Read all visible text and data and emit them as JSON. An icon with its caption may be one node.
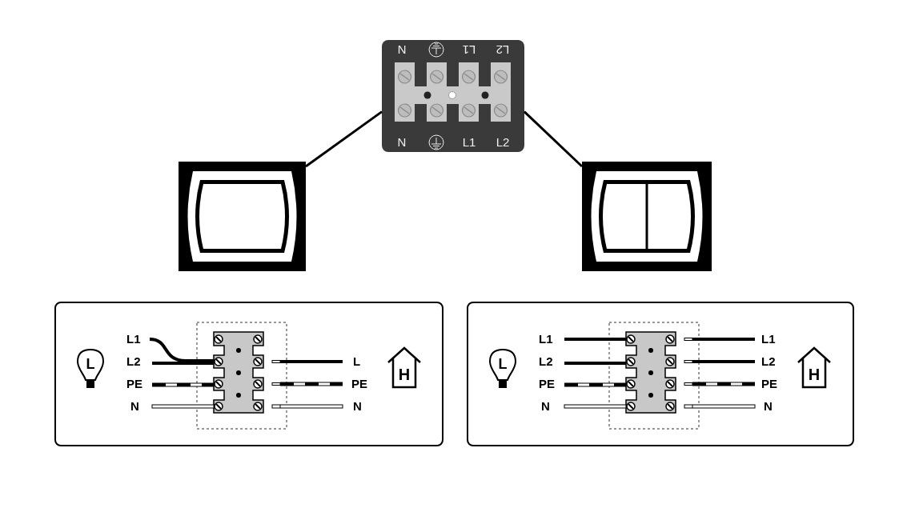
{
  "diagram": {
    "nodes": [
      {
        "text": [
          "N",
          "L1",
          "L2",
          "N",
          "L1",
          "L2"
        ]
      },
      {
        "text": [],
        "shape": "picture"
      },
      {
        "text": [],
        "shape": "picture"
      },
      {
        "text": [],
        "shape": "box"
      },
      {
        "text": [
          "L"
        ],
        "in": 3
      },
      {
        "text": [
          "H"
        ],
        "in": 3
      },
      {
        "text": [],
        "shape": "box"
      },
      {
        "text": [
          "L"
        ],
        "in": 6
      },
      {
        "text": [
          "H"
        ],
        "in": 6
      }
    ],
    "edges": [
      {
        "from": 0,
        "to": 1,
        "arrow": "none"
      },
      {
        "from": 0,
        "to": 2,
        "arrow": "none"
      }
    ],
    "labels": [
      "L1",
      "L2",
      "L",
      "PE",
      "PE",
      "N",
      "N",
      "L1",
      "L1",
      "L2",
      "L2",
      "PE",
      "PE",
      "N",
      "N"
    ]
  }
}
